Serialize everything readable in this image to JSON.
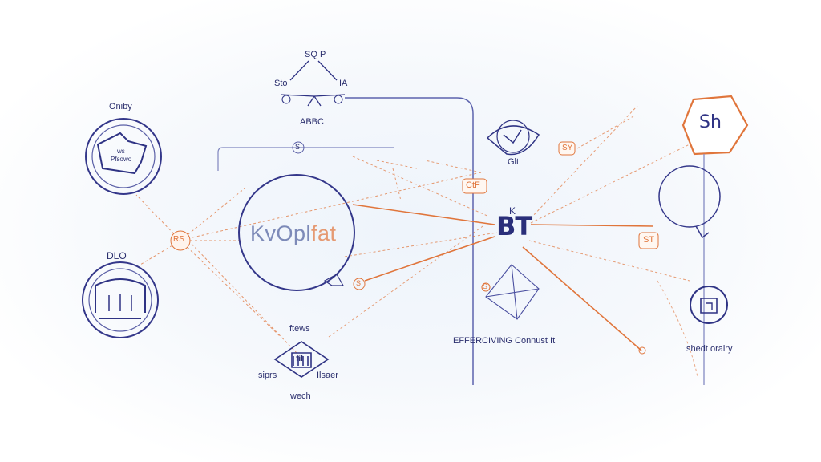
{
  "labels": {
    "top_title": "SQ P",
    "top_left_branch": "Sto",
    "top_right_branch": "IA",
    "top_caption": "ABBC",
    "left_top": "Oniby",
    "left_bottom": "DLO",
    "left_node_text": "RS",
    "left_box_line1": "ws",
    "left_box_line2": "Pfsowo",
    "center_word": "KvOpl",
    "center_word_suffix": "fat",
    "center_top_node": "S",
    "center_small_node": "S",
    "bottom_title": "ftews",
    "bottom_left": "siprs",
    "bottom_right": "Ilsaer",
    "bottom_caption": "wech",
    "bottom_center_glyph": "fil",
    "mid_tag": "CtF",
    "hub_text": "BT",
    "hub_tick": "K",
    "right_tag_top": "SY",
    "right_icon_caption": "Glt",
    "right_tag_mid": "ST",
    "effect_caption": "EFFERCIVING Connust It",
    "diamond_tag": "S",
    "hexagon_glyph": "Sh",
    "far_right_caption": "shedt orairy"
  }
}
